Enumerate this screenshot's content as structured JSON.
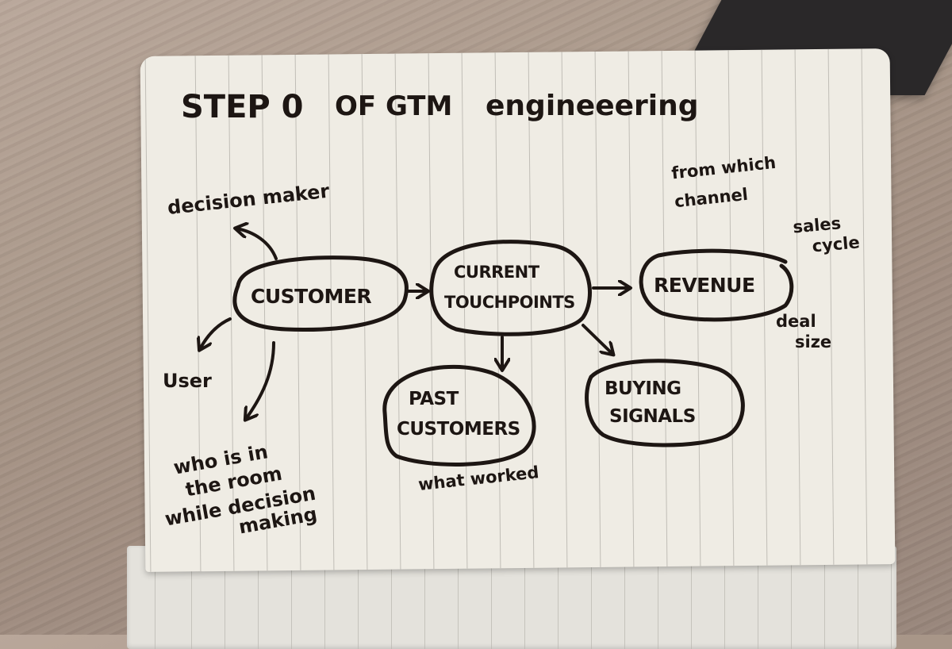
{
  "title": {
    "part1": "STEP 0",
    "part2": "OF GTM",
    "part3": "engineeering"
  },
  "nodes": {
    "customer": {
      "label": "CUSTOMER"
    },
    "current_touchpoints": {
      "line1": "CURRENT",
      "line2": "TOUCHPOINTS"
    },
    "revenue": {
      "label": "REVENUE"
    },
    "past_customers": {
      "line1": "PAST",
      "line2": "CUSTOMERS"
    },
    "buying_signals": {
      "line1": "BUYING",
      "line2": "SIGNALS"
    }
  },
  "annotations": {
    "decision_maker": "decision maker",
    "user": "User",
    "who_in_room": [
      "who is in",
      "the room",
      "while decision",
      "making"
    ],
    "from_which_channel": [
      "from which",
      "channel"
    ],
    "sales_cycle": [
      "sales",
      "cycle"
    ],
    "deal_size": [
      "deal",
      "size"
    ],
    "what_worked": "what worked"
  },
  "edges": [
    {
      "from": "customer",
      "to": "decision_maker"
    },
    {
      "from": "customer",
      "to": "user"
    },
    {
      "from": "customer",
      "to": "who_in_room"
    },
    {
      "from": "customer",
      "to": "current_touchpoints"
    },
    {
      "from": "current_touchpoints",
      "to": "revenue"
    },
    {
      "from": "current_touchpoints",
      "to": "past_customers"
    },
    {
      "from": "current_touchpoints",
      "to": "buying_signals"
    }
  ],
  "colors": {
    "ink": "#1d1613",
    "paper": "#efece4",
    "desk": "#a89688"
  }
}
